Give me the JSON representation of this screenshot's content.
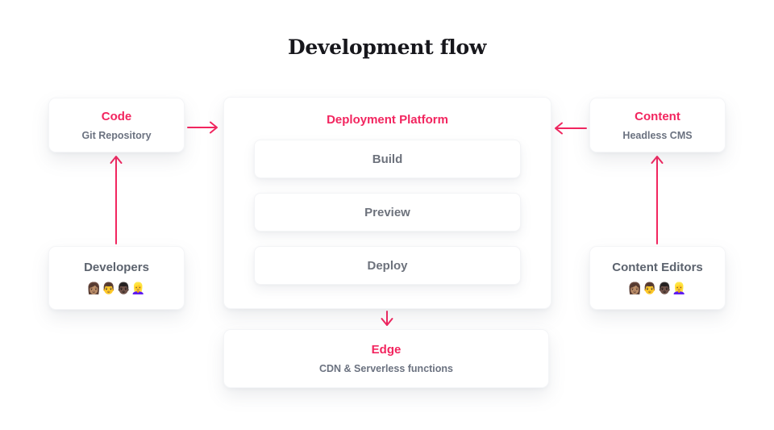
{
  "title": "Development flow",
  "colors": {
    "accent": "#f2255f",
    "muted_text": "#6b7280",
    "heading_text": "#5c636e",
    "title_text": "#17171c",
    "background": "#ffffff",
    "box_background": "#ffffff"
  },
  "nodes": {
    "code": {
      "title": "Code",
      "subtitle": "Git Repository"
    },
    "content": {
      "title": "Content",
      "subtitle": "Headless CMS"
    },
    "platform": {
      "title": "Deployment Platform",
      "steps": [
        "Build",
        "Preview",
        "Deploy"
      ]
    },
    "developers": {
      "title": "Developers",
      "emoji": "👩🏽👨👨🏿👱‍♀️"
    },
    "editors": {
      "title": "Content Editors",
      "emoji": "👩🏽👨👨🏿👱‍♀️"
    },
    "edge": {
      "title": "Edge",
      "subtitle": "CDN & Serverless functions"
    }
  },
  "arrows": [
    "developers-to-code",
    "code-to-platform",
    "content-editors-to-content",
    "content-to-platform",
    "platform-to-edge"
  ]
}
